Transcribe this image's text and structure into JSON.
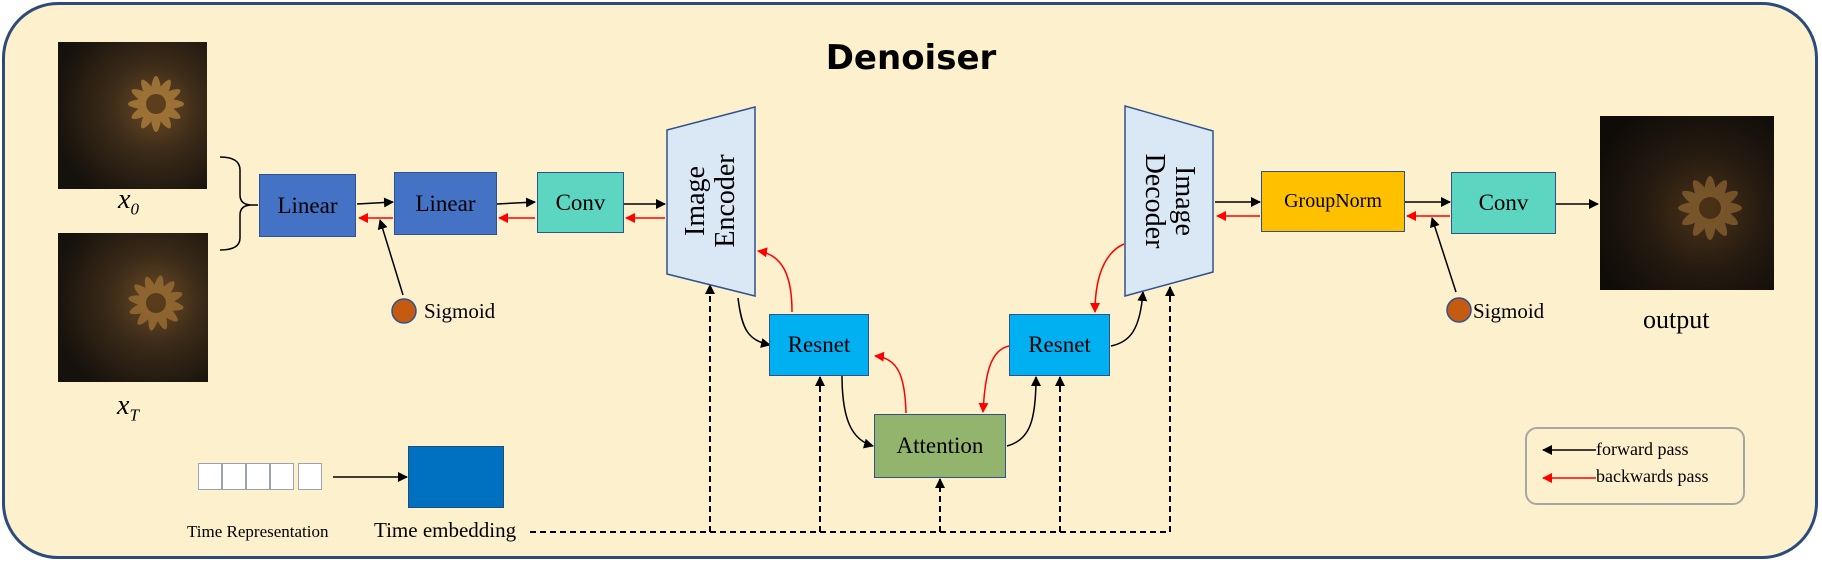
{
  "title": "Denoiser",
  "images": {
    "x0_label": "x",
    "x0_sub": "0",
    "xT_label": "x",
    "xT_sub": "T",
    "output_label": "output"
  },
  "blocks": {
    "linear_1": "Linear",
    "linear_2": "Linear",
    "conv_in": "Conv",
    "image_encoder": "Image Encoder",
    "resnet_left": "Resnet",
    "attention": "Attention",
    "resnet_right": "Resnet",
    "image_decoder": "Image Decoder",
    "groupnorm": "GroupNorm",
    "conv_out": "Conv"
  },
  "sigmoid_left": "Sigmoid",
  "sigmoid_right": "Sigmoid",
  "time": {
    "representation": "Time Representation",
    "embedding": "Time embedding"
  },
  "legend": {
    "forward": "forward pass",
    "backward": "backwards pass"
  },
  "colors": {
    "background": "#fdf0cc",
    "linear": "#4472c4",
    "conv": "#5cd6c0",
    "resnet": "#00b0f0",
    "attention": "#92b46c",
    "groupnorm": "#ffc000",
    "coder": "#dae8f5",
    "sigmoid": "#c55a11",
    "forward_arrow": "#000000",
    "backward_arrow": "#ff0000"
  }
}
